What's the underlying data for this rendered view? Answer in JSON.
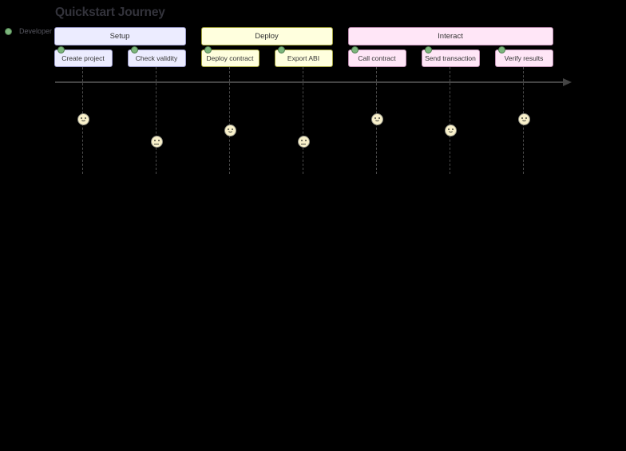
{
  "title": "Quickstart Journey",
  "legend": {
    "actor_label": "Developer",
    "actor_color": "#7CB57C"
  },
  "score_scale": {
    "min": 1,
    "max": 5
  },
  "colors": {
    "background": "#000000",
    "title_text": "#33333b",
    "legend_text": "#56565f",
    "axis_line": "#444444",
    "dashed_line": "#4b4b4b",
    "face_fill": "#f8f0ca",
    "actor_dot": "#7CB57C"
  },
  "sections": [
    {
      "label": "Setup",
      "fill": "#ECECFF",
      "stroke": "#9a9ac8",
      "tasks": [
        {
          "label": "Create project",
          "score": 5,
          "face": "happy"
        },
        {
          "label": "Check validity",
          "score": 3,
          "face": "neutral"
        }
      ]
    },
    {
      "label": "Deploy",
      "fill": "#FFFFDE",
      "stroke": "#a3a33e",
      "tasks": [
        {
          "label": "Deploy contract",
          "score": 4,
          "face": "happy"
        },
        {
          "label": "Export ABI",
          "score": 3,
          "face": "neutral"
        }
      ]
    },
    {
      "label": "Interact",
      "fill": "#FFE6F7",
      "stroke": "#bd8fb1",
      "tasks": [
        {
          "label": "Call contract",
          "score": 5,
          "face": "happy"
        },
        {
          "label": "Send transaction",
          "score": 4,
          "face": "happy"
        },
        {
          "label": "Verify results",
          "score": 5,
          "face": "happy"
        }
      ]
    }
  ]
}
